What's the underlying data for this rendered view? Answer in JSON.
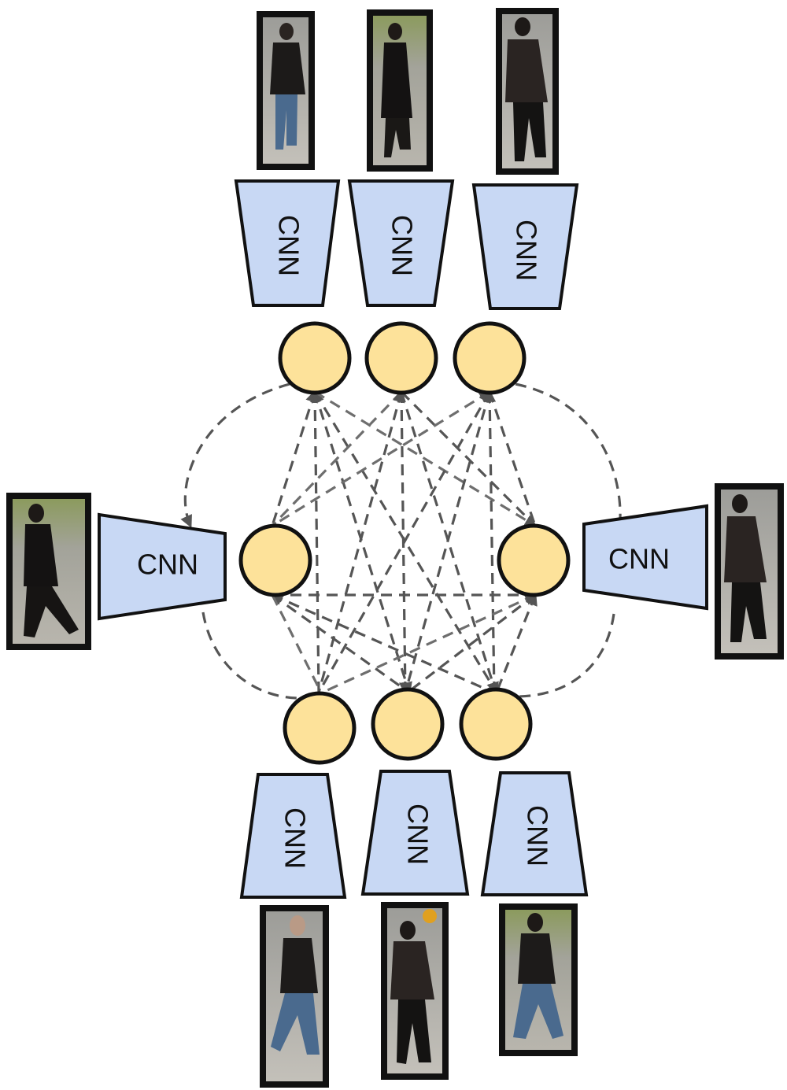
{
  "labels": {
    "cnn": "CNN"
  },
  "colors": {
    "cnn_fill": "#c8d8f4",
    "node_fill": "#fde29a",
    "outline": "#111111",
    "edge": "#555555"
  },
  "icons": {
    "pedestrian": "person-walking-image"
  },
  "cnn_blocks": [
    "CNN",
    "CNN",
    "CNN",
    "CNN",
    "CNN",
    "CNN",
    "CNN",
    "CNN"
  ]
}
